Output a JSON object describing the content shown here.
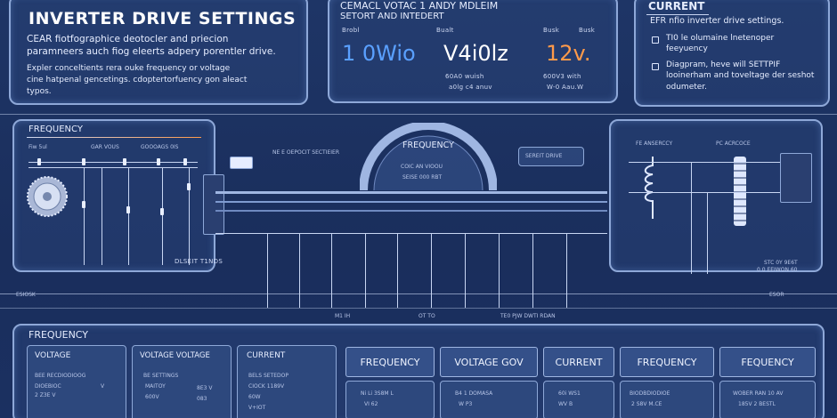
{
  "intro_panel": {
    "title": "INVERTER DRIVE SETTINGS",
    "line1": "CEAR fiotfographice deotocler and priecion",
    "line2": "paramneers auch fiog eleerts adpery porentler drive.",
    "line3": "Expler conceltients rera ouke frequency or voltage",
    "line4": "cine hatpenal gencetings. cdoptertorfuency gon aleact",
    "line5": "typos."
  },
  "readout_panel": {
    "title1": "CEMACL VOTAC 1  ANDY MDLEIM",
    "title2": "SETORT AND INTEDERT",
    "col1_label": "Brobl",
    "col2_label": "Bualt",
    "col3_label": "Busk",
    "col3b_label": "Busk",
    "val1": "1 0Wio",
    "val2": "V4i0lz",
    "val3": "12v.",
    "sub2a": "60A0 wuish",
    "sub2b": "a0lg c4 anuv",
    "sub3a": "600V3 with",
    "sub3b": "W-0 Aau.W"
  },
  "current_panel": {
    "title": "CURRENT",
    "line1": "EFR nfio inverter drive settings.",
    "item1a": "TI0 le olumaine lnetenoper",
    "item1b": "feeyuency",
    "item2a": "Diagpram, heve will SETTPIF",
    "item2b": "looinerham and toveltage der seshot",
    "item2c": "odumeter."
  },
  "frequency_panel": {
    "title": "FREQUENCY",
    "lbl1": "Fiw 5ul",
    "lbl2": "GAR VOUS",
    "lbl3": "GOOOAGS 0IS",
    "bottom": "DLSEIT T1NDS"
  },
  "mid_labels": {
    "top_left": "NE E OEPOCIT SECTIEIER",
    "gauge": "FREQUENCY",
    "gauge_s1": "COIC AN VIOOU",
    "gauge_s2": "SEISE 000 RBT",
    "sh": "SEREIT DRIVE",
    "right1": "FE ANSERCCY",
    "right2": "PC ACRCOCE",
    "right_s1": "STC 0Y 9E6T",
    "right_s2": "0 0 EEIWON 60",
    "left_edge": "ESIOSK",
    "right_edge": "ESOR",
    "axis1": "M1 IH",
    "axis2": "OT TO",
    "axis3": "TE0 PJW  DWTI RDAN"
  },
  "bottom_panel": {
    "title": "FREQUENCY",
    "voltage": {
      "title": "VOLTAGE",
      "l1": "BEE RECDIODIOOG",
      "l2": "DIOEBIOC",
      "l3": "2 Z3E V",
      "v": "V"
    },
    "voltage2": {
      "title": "VOLTAGE  VOLTAGE",
      "l1": "BE SETTINGS",
      "l2": "MAITOY",
      "l3": "600V",
      "v1": "8E3 V",
      "v2": "083"
    },
    "current": {
      "title": "CURRENT",
      "l1": "BELS SETEDOP",
      "l2": "CIOCK   1189V",
      "l3": "60W",
      "l4": "V+IOT"
    },
    "headers": [
      "FREQUENCY",
      "VOLTAGE GOV",
      "CURRENT",
      "FREQUENCY",
      "FEQUENCY"
    ],
    "vals": [
      {
        "a": "Ni  Li  3S8M  L",
        "b": "VI      62"
      },
      {
        "a": "B4  1 DOMASA",
        "b": "W      P3"
      },
      {
        "a": "60i  WS1",
        "b": "WV  B"
      },
      {
        "a": "BIODBDIODIOE",
        "b": "2 S8V   M.CE"
      },
      {
        "a": "WOBER RAN 10 AV",
        "b": "185V   2 BESTL"
      }
    ]
  },
  "colors": {
    "accent_blue": "#5aa0ff",
    "accent_orange": "#ff9a4a",
    "panel_border": "#8ea8d8"
  }
}
